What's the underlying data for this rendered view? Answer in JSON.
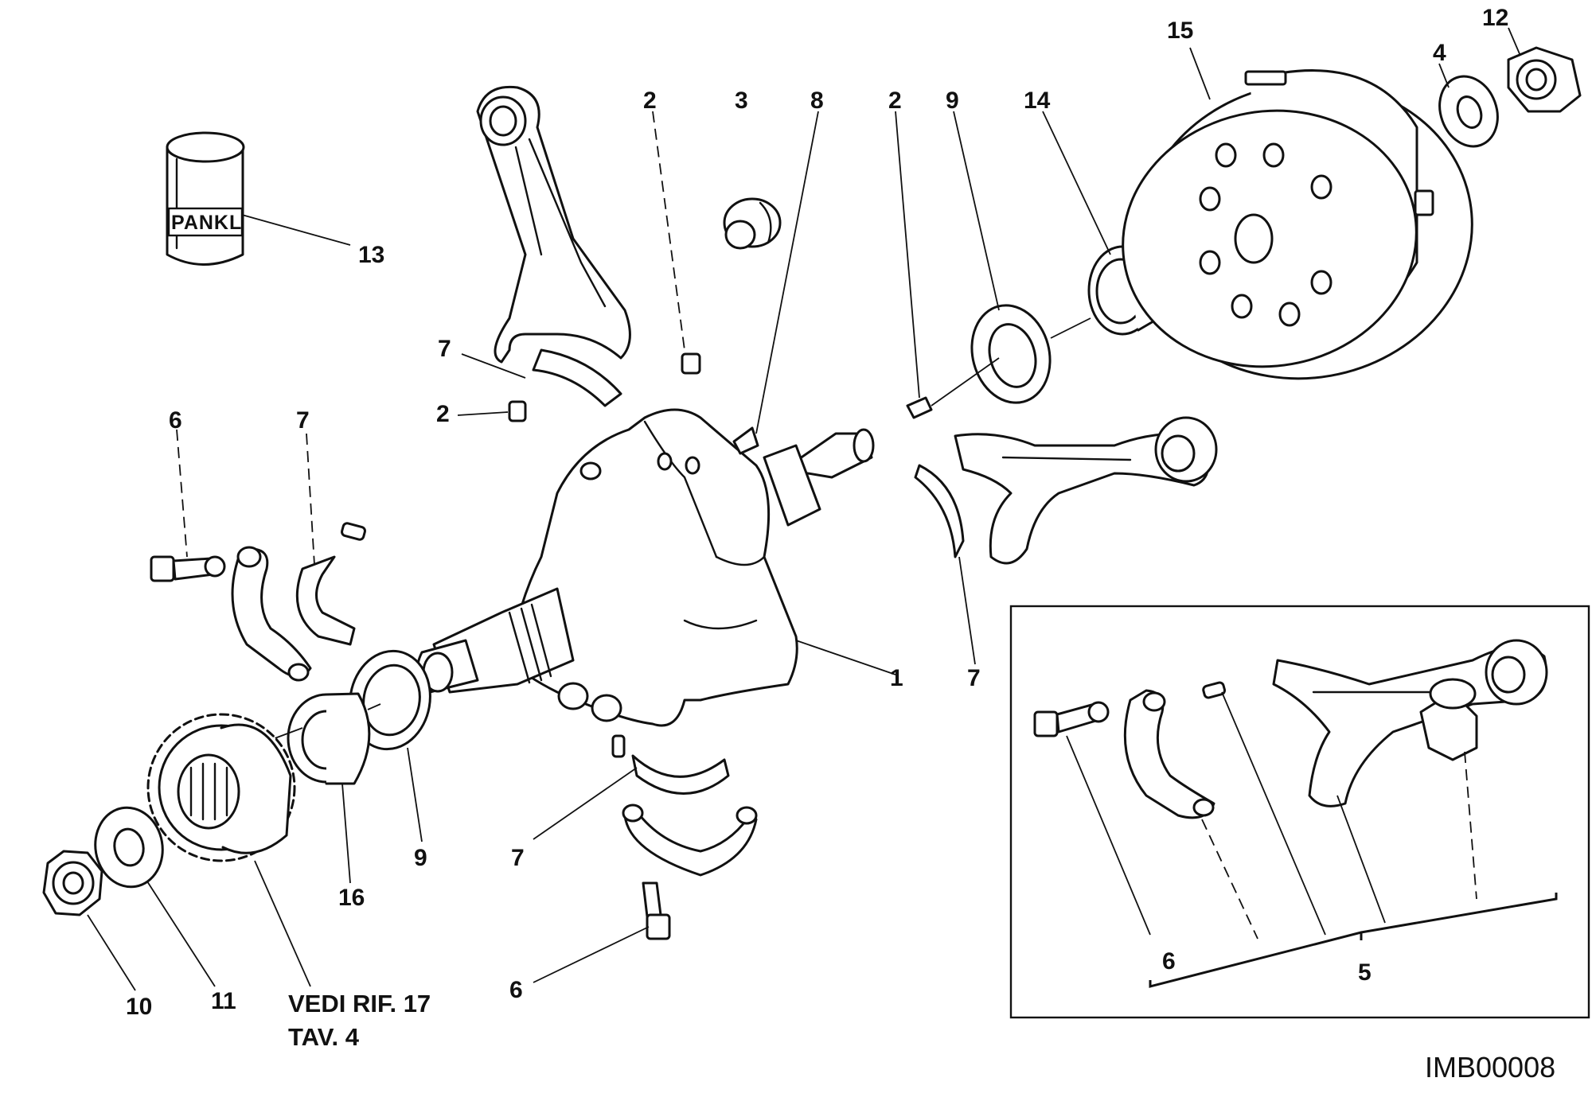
{
  "callouts": [
    {
      "id": "c1",
      "label": "1"
    },
    {
      "id": "c2a",
      "label": "2"
    },
    {
      "id": "c2b",
      "label": "2"
    },
    {
      "id": "c2c",
      "label": "2"
    },
    {
      "id": "c3",
      "label": "3"
    },
    {
      "id": "c4",
      "label": "4"
    },
    {
      "id": "c5",
      "label": "5"
    },
    {
      "id": "c6a",
      "label": "6"
    },
    {
      "id": "c6b",
      "label": "6"
    },
    {
      "id": "c6c",
      "label": "6"
    },
    {
      "id": "c7a",
      "label": "7"
    },
    {
      "id": "c7b",
      "label": "7"
    },
    {
      "id": "c7c",
      "label": "7"
    },
    {
      "id": "c7d",
      "label": "7"
    },
    {
      "id": "c8",
      "label": "8"
    },
    {
      "id": "c9a",
      "label": "9"
    },
    {
      "id": "c9b",
      "label": "9"
    },
    {
      "id": "c10",
      "label": "10"
    },
    {
      "id": "c11",
      "label": "11"
    },
    {
      "id": "c12",
      "label": "12"
    },
    {
      "id": "c13",
      "label": "13"
    },
    {
      "id": "c14",
      "label": "14"
    },
    {
      "id": "c15",
      "label": "15"
    },
    {
      "id": "c16",
      "label": "16"
    }
  ],
  "reference_note": {
    "line1": "VEDI RIF. 17",
    "line2": "TAV. 4"
  },
  "bushing_brand": "PANKL",
  "drawing_code": "IMB00008"
}
